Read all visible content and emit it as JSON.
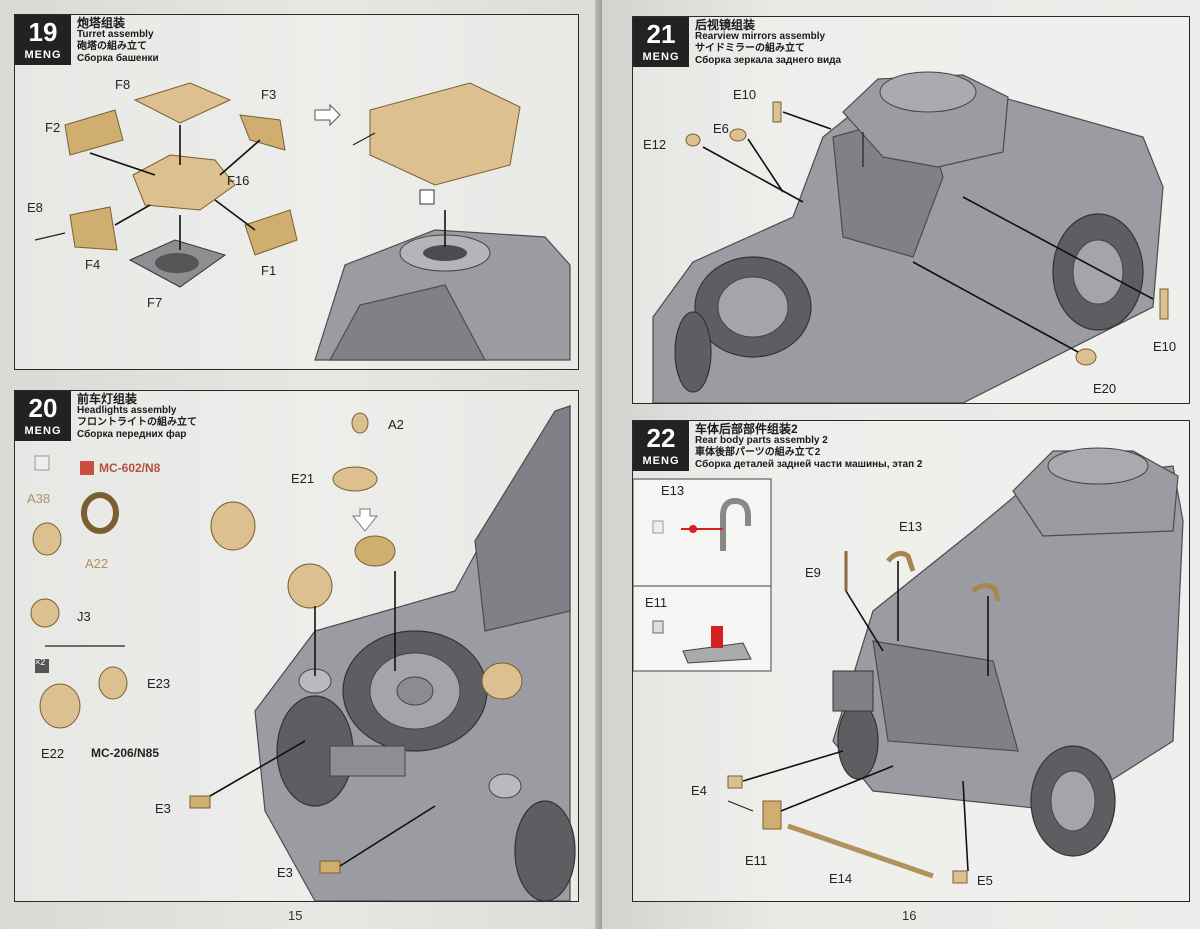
{
  "pages": {
    "left_number": "15",
    "right_number": "16"
  },
  "brand": "MENG",
  "steps": [
    {
      "number": "19",
      "title_zh": "炮塔组装",
      "title_en": "Turret assembly",
      "title_ja": "砲塔の組み立て",
      "title_ru": "Сборка башенки",
      "parts": [
        "F8",
        "F3",
        "F2",
        "F16",
        "E8",
        "F4",
        "F7",
        "F1"
      ]
    },
    {
      "number": "20",
      "title_zh": "前车灯组装",
      "title_en": "Headlights assembly",
      "title_ja": "フロントライトの組み立て",
      "title_ru": "Сборка передних фар",
      "parts": [
        "A2",
        "E21",
        "A38",
        "A22",
        "J3",
        "E23",
        "E22",
        "E3",
        "E3"
      ],
      "paint_1": "MC-602/N8",
      "paint_2": "MC-206/N85",
      "qty": "×2"
    },
    {
      "number": "21",
      "title_zh": "后视镜组装",
      "title_en": "Rearview mirrors assembly",
      "title_ja": "サイドミラーの組み立て",
      "title_ru": "Сборка зеркала заднего вида",
      "parts": [
        "E10",
        "E6",
        "E12",
        "E10",
        "E20"
      ]
    },
    {
      "number": "22",
      "title_zh": "车体后部部件组装2",
      "title_en": "Rear body parts assembly 2",
      "title_ja": "車体後部パーツの組み立て2",
      "title_ru": "Сборка деталей задней части машины, этап 2",
      "parts": [
        "E13",
        "E11",
        "E13",
        "E9",
        "E4",
        "E11",
        "E14",
        "E5"
      ]
    }
  ],
  "colors": {
    "part": "#dcc08f",
    "body": "#9a9ca1",
    "badge": "#222222",
    "accent_red": "#d42020"
  }
}
